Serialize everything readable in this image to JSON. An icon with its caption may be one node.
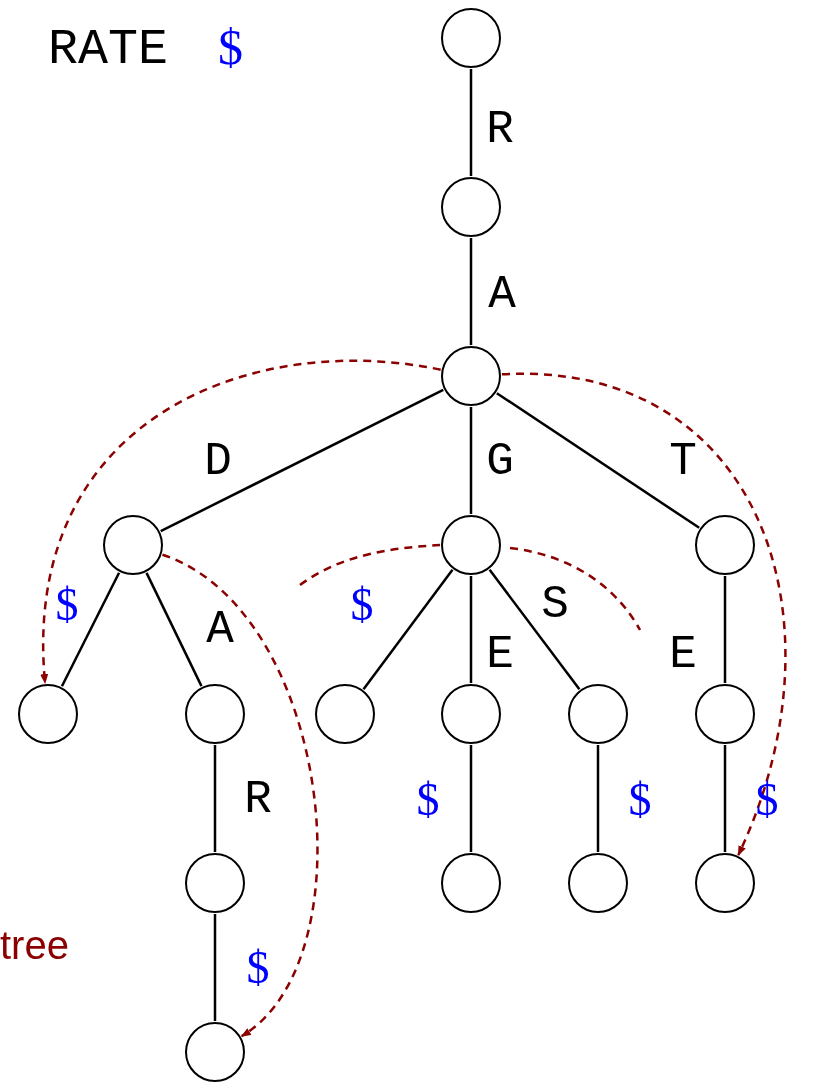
{
  "diagram": {
    "nodes": [
      {
        "text": [],
        "shape": "circle"
      },
      {
        "text": [],
        "shape": "circle"
      },
      {
        "text": [],
        "shape": "circle"
      },
      {
        "text": [],
        "shape": "circle"
      },
      {
        "text": [],
        "shape": "circle"
      },
      {
        "text": [],
        "shape": "circle"
      },
      {
        "text": [],
        "shape": "circle"
      },
      {
        "text": [],
        "shape": "circle"
      },
      {
        "text": [],
        "shape": "circle"
      },
      {
        "text": [],
        "shape": "circle"
      },
      {
        "text": [],
        "shape": "circle"
      },
      {
        "text": [],
        "shape": "circle"
      },
      {
        "text": [],
        "shape": "circle"
      },
      {
        "text": [],
        "shape": "circle"
      },
      {
        "text": [],
        "shape": "circle"
      },
      {
        "text": [],
        "shape": "circle"
      },
      {
        "text": [],
        "shape": "circle"
      }
    ],
    "edges": [
      {
        "from": 0,
        "to": 1,
        "arrow": "none",
        "label": "R"
      },
      {
        "from": 1,
        "to": 2,
        "arrow": "none",
        "label": "A"
      },
      {
        "from": 2,
        "to": 3,
        "arrow": "none",
        "label": "D"
      },
      {
        "from": 2,
        "to": 4,
        "arrow": "none",
        "label": "G"
      },
      {
        "from": 2,
        "to": 5,
        "arrow": "none",
        "label": "T"
      },
      {
        "from": 3,
        "to": 6,
        "arrow": "none",
        "label": "$"
      },
      {
        "from": 3,
        "to": 7,
        "arrow": "none",
        "label": "A"
      },
      {
        "from": 4,
        "to": 8,
        "arrow": "none",
        "label": "$"
      },
      {
        "from": 4,
        "to": 9,
        "arrow": "none",
        "label": "E"
      },
      {
        "from": 4,
        "to": 10,
        "arrow": "none",
        "label": "S"
      },
      {
        "from": 5,
        "to": 11,
        "arrow": "none",
        "label": "E"
      },
      {
        "from": 7,
        "to": 12,
        "arrow": "none",
        "label": "R"
      },
      {
        "from": 9,
        "to": 13,
        "arrow": "none",
        "label": "$"
      },
      {
        "from": 10,
        "to": 14,
        "arrow": "none",
        "label": "$"
      },
      {
        "from": 11,
        "to": 15,
        "arrow": "none",
        "label": "$"
      },
      {
        "from": 12,
        "to": 16,
        "arrow": "none",
        "label": "$"
      },
      {
        "from": 2,
        "to": 6,
        "arrow": "to",
        "style": "dashed",
        "color": "#8b0000"
      },
      {
        "from": 2,
        "to": 15,
        "arrow": "to",
        "style": "dashed",
        "color": "#8b0000"
      },
      {
        "from": 3,
        "to": 16,
        "arrow": "to",
        "style": "dashed",
        "color": "#8b0000"
      }
    ],
    "labels": [
      "RATE",
      "$",
      "tree"
    ]
  }
}
